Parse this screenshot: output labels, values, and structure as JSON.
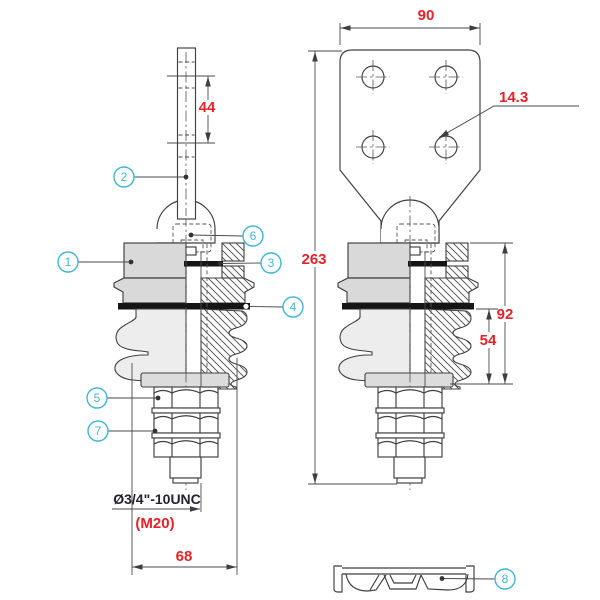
{
  "drawing": {
    "type": "technical-drawing",
    "subject": "bushing-terminal-two-views",
    "dimensions": {
      "stud_thread_length": "44",
      "pad_width": "90",
      "hole_diameter": "14.3",
      "overall_height": "263",
      "body_height": "92",
      "insulator_height": "54",
      "base_width": "68",
      "thread_spec": "Ø3/4\"-10UNC",
      "thread_metric_alt": "(M20)"
    },
    "callouts": {
      "c1": "1",
      "c2": "2",
      "c3": "3",
      "c4": "4",
      "c5": "5",
      "c6": "6",
      "c7": "7",
      "c8": "8"
    },
    "colors": {
      "dimension_red": "#e42328",
      "callout_cyan": "#3fb6d8",
      "line_dark": "#3f3f3f",
      "fill_gray": "#d9d9d9",
      "seal_black": "#151515"
    }
  }
}
